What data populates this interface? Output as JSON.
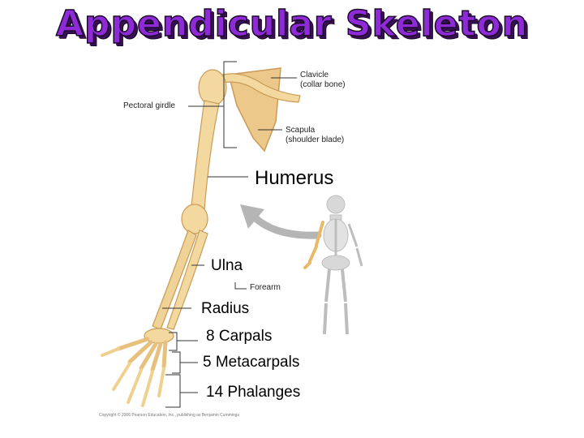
{
  "title": "Appendicular Skeleton",
  "labels": {
    "clavicle": "Clavicle",
    "clavicle_common": "(collar bone)",
    "pectoral_girdle": "Pectoral girdle",
    "scapula": "Scapula",
    "scapula_common": "(shoulder blade)",
    "humerus": "Humerus",
    "ulna": "Ulna",
    "forearm": "Forearm",
    "radius": "Radius",
    "carpals": "8 Carpals",
    "metacarpals": "5 Metacarpals",
    "phalanges": "14 Phalanges"
  },
  "copyright": "Copyright © 2006 Pearson Education, Inc., publishing as Benjamin Cummings",
  "colors": {
    "title": "#8e2bd6",
    "bone": "#f3d9a0",
    "bone_shade": "#d9b36e",
    "scapula": "#ecc98a",
    "arrow": "#b5b5b5"
  }
}
